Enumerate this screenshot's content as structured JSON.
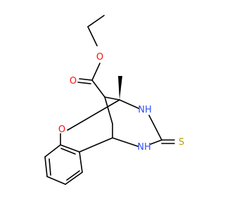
{
  "colors": {
    "background": "#ffffff",
    "carbon": "#000000",
    "oxygen": "#ff0d0d",
    "nitrogen": "#3050f8",
    "sulfur": "#b8a000"
  },
  "atoms": {
    "O_carbonyl": "O",
    "O_ester": "O",
    "O_ring": "O",
    "N_upper": "NH",
    "N_lower": "NH",
    "S": "S"
  }
}
